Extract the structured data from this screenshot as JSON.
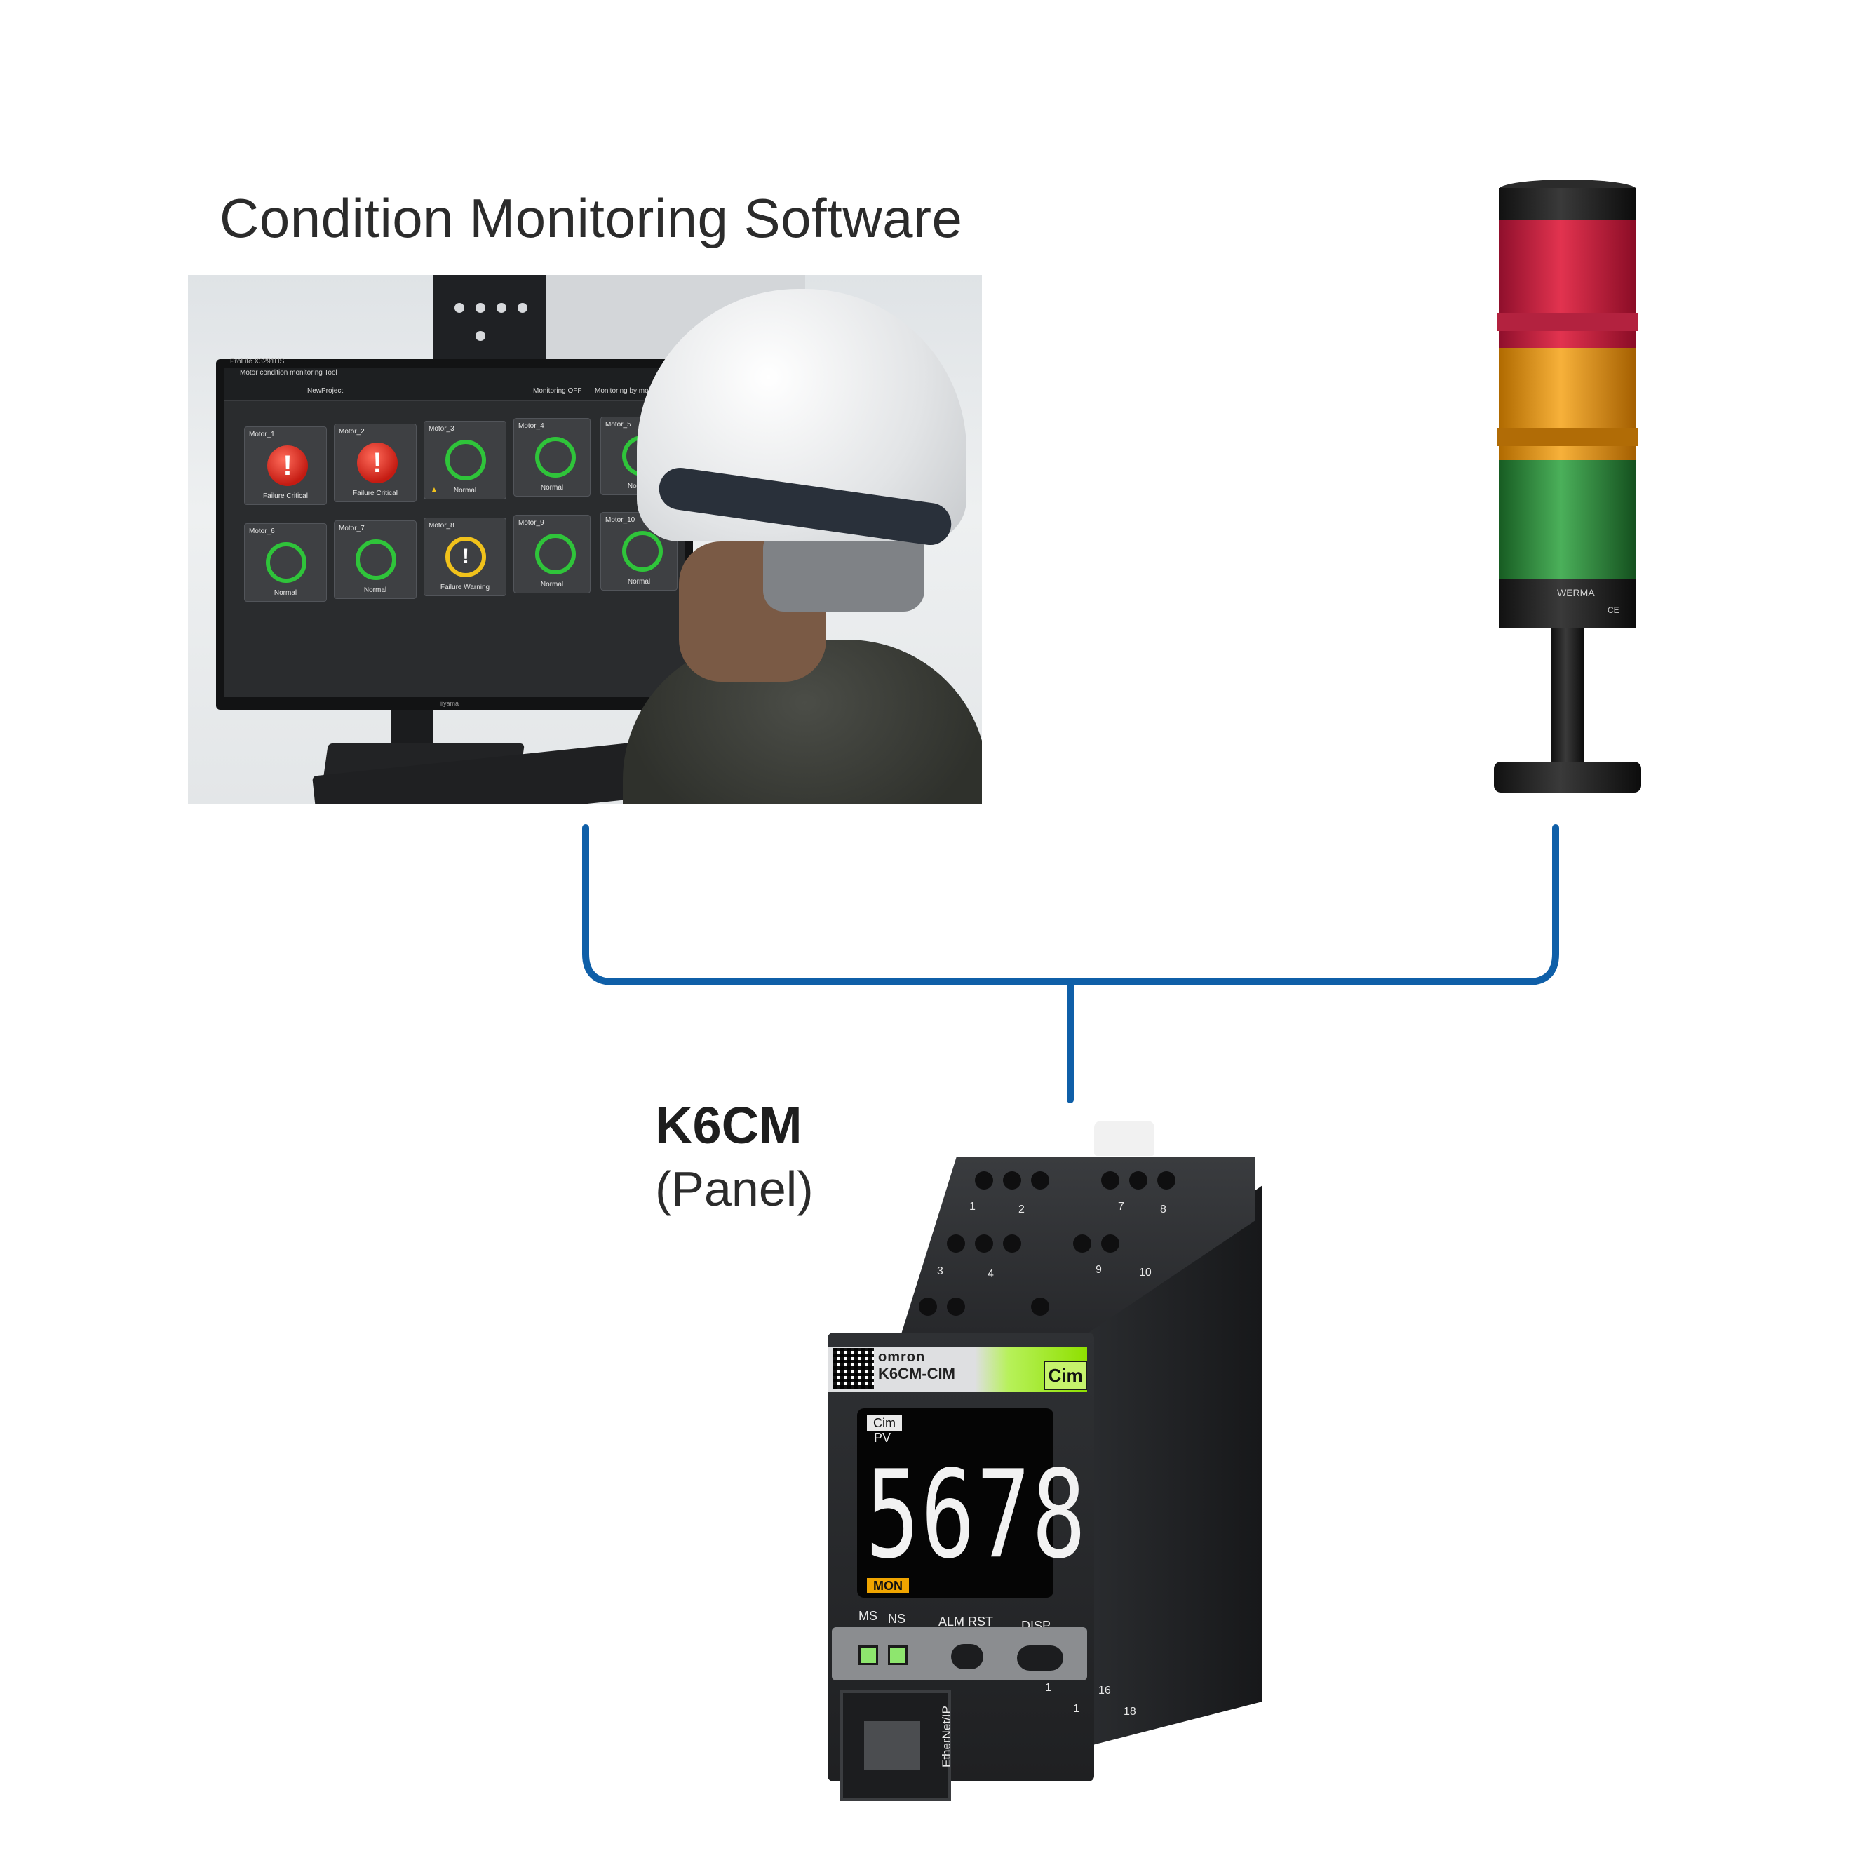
{
  "software_title": "Condition Monitoring Software",
  "device": {
    "name": "K6CM",
    "mount": "(Panel)"
  },
  "monitor_app": {
    "window_title": "Motor condition monitoring Tool",
    "monitor_brand": "ProLite X3291HS",
    "project": "NewProject",
    "monitoring_off": "Monitoring OFF",
    "monitoring_by_motor": "Monitoring by motor",
    "monitor_logo": "iiyama",
    "motors": [
      {
        "name": "Motor_1",
        "status": "Failure Critical",
        "state": "critical"
      },
      {
        "name": "Motor_2",
        "status": "Failure Critical",
        "state": "critical"
      },
      {
        "name": "Motor_3",
        "status": "Normal",
        "state": "normal"
      },
      {
        "name": "Motor_4",
        "status": "Normal",
        "state": "normal"
      },
      {
        "name": "Motor_5",
        "status": "Normal",
        "state": "normal"
      },
      {
        "name": "Motor_6",
        "status": "Normal",
        "state": "normal"
      },
      {
        "name": "Motor_7",
        "status": "Normal",
        "state": "normal"
      },
      {
        "name": "Motor_8",
        "status": "Failure Warning",
        "state": "warning"
      },
      {
        "name": "Motor_9",
        "status": "Normal",
        "state": "normal"
      },
      {
        "name": "Motor_10",
        "status": "Normal",
        "state": "normal"
      }
    ]
  },
  "signal_tower": {
    "brand": "WERMA",
    "mark": "CE",
    "layers": [
      "red",
      "amber",
      "green"
    ]
  },
  "k6cm_unit": {
    "brand": "omron",
    "model": "K6CM-CIM",
    "badge": "Cim",
    "lcd_mode": "Cim",
    "lcd_pv": "PV",
    "lcd_value": "5678",
    "lcd_status": "MON",
    "led_ms": "MS",
    "led_ns": "NS",
    "button_alarm_reset": "ALM RST",
    "button_display": "DISP",
    "port_label": "EtherNet/IP",
    "terminals_top": [
      "1",
      "2",
      "7",
      "8",
      "3",
      "4",
      "9",
      "10"
    ],
    "terminals_bottom": [
      "1",
      "16",
      "1",
      "18"
    ]
  },
  "colors": {
    "connector_line": "#0f5fa8",
    "critical": "#d42216",
    "normal": "#2fc43a",
    "warning": "#f1c21b",
    "cim_green": "#8fe000",
    "mon_amber": "#f0a500"
  }
}
